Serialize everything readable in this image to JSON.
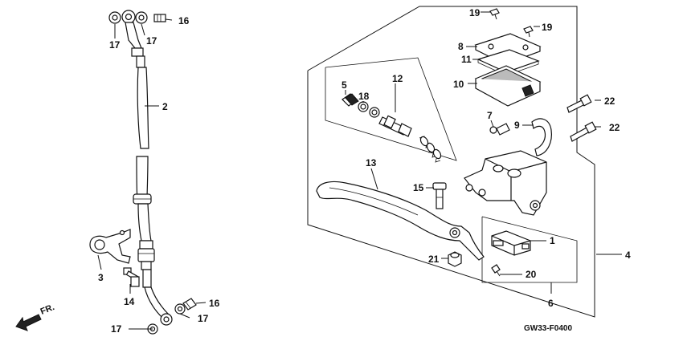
{
  "diagram_code": "GW33-F0400",
  "direction_label": "FR.",
  "callouts": {
    "c1": "1",
    "c2": "2",
    "c3": "3",
    "c4": "4",
    "c5": "5",
    "c6": "6",
    "c7": "7",
    "c8": "8",
    "c9": "9",
    "c10": "10",
    "c11": "11",
    "c12": "12",
    "c13": "13",
    "c14": "14",
    "c15": "15",
    "c16a": "16",
    "c16b": "16",
    "c17a": "17",
    "c17b": "17",
    "c17c": "17",
    "c17d": "17",
    "c18": "18",
    "c19a": "19",
    "c19b": "19",
    "c20": "20",
    "c21": "21",
    "c22a": "22",
    "c22b": "22"
  }
}
